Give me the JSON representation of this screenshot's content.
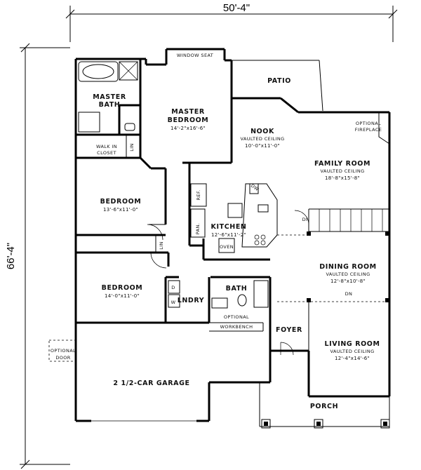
{
  "dimensions": {
    "width": "50'-4\"",
    "depth": "66'-4\""
  },
  "rooms": {
    "master_bath": {
      "name_1": "MASTER",
      "name_2": "BATH"
    },
    "walk_in_closet": {
      "name_1": "WALK IN",
      "name_2": "CLOSET"
    },
    "lin_1": "LIN",
    "lin_2": "LIN",
    "window_seat": "WINDOW SEAT",
    "master_bedroom": {
      "name_1": "MASTER",
      "name_2": "BEDROOM",
      "size": "14'-2\"x16'-6\""
    },
    "patio": "PATIO",
    "nook": {
      "name": "NOOK",
      "note": "VAULTED CEILING",
      "size": "10'-0\"x11'-0\""
    },
    "optional_fireplace": {
      "line_1": "OPTIONAL",
      "line_2": "FIREPLACE"
    },
    "family_room": {
      "name": "FAMILY ROOM",
      "note": "VAULTED CEILING",
      "size": "18'-8\"x15'-8\""
    },
    "bedroom_2": {
      "name": "BEDROOM",
      "size": "13'-6\"x11'-0\""
    },
    "kitchen": {
      "name": "KITCHEN",
      "size": "12'-6\"x11'-2\""
    },
    "dw": "DW",
    "ref": "REF.",
    "pan": "PAN.",
    "oven": "OVEN",
    "dn_1": "DN",
    "dining_room": {
      "name": "DINING ROOM",
      "note": "VAULTED CEILING",
      "size": "12'-8\"x10'-8\""
    },
    "dn_2": "DN",
    "bedroom_3": {
      "name": "BEDROOM",
      "size": "14'-0\"x11'-0\""
    },
    "laundry": {
      "name": "LNDRY",
      "d": "D",
      "w": "W"
    },
    "bath": "BATH",
    "optional_workbench": {
      "line_1": "OPTIONAL",
      "line_2": "WORKBENCH"
    },
    "optional_door": {
      "line_1": "OPTIONAL",
      "line_2": "DOOR"
    },
    "foyer": "FOYER",
    "living_room": {
      "name": "LIVING ROOM",
      "note": "VAULTED CEILING",
      "size": "12'-4\"x14'-6\""
    },
    "garage": "2 1/2-CAR GARAGE",
    "porch": "PORCH"
  }
}
